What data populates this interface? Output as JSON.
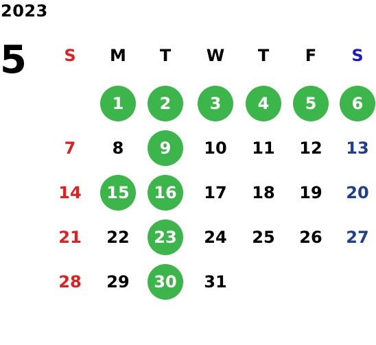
{
  "calendar": {
    "year": "2023",
    "month": "5",
    "weekdays": [
      "S",
      "M",
      "T",
      "W",
      "T",
      "F",
      "S"
    ],
    "colors": {
      "sunday": "#e02020",
      "saturday_header": "#1a1acc",
      "saturday": "#1f3e8e",
      "weekday": "#000000",
      "highlight_bg": "#3cb54a",
      "highlight_text": "#ffffff"
    },
    "weeks": [
      [
        {
          "d": ""
        },
        {
          "d": "1",
          "h": true
        },
        {
          "d": "2",
          "h": true
        },
        {
          "d": "3",
          "h": true
        },
        {
          "d": "4",
          "h": true
        },
        {
          "d": "5",
          "h": true
        },
        {
          "d": "6",
          "h": true
        }
      ],
      [
        {
          "d": "7"
        },
        {
          "d": "8"
        },
        {
          "d": "9",
          "h": true
        },
        {
          "d": "10"
        },
        {
          "d": "11"
        },
        {
          "d": "12"
        },
        {
          "d": "13"
        }
      ],
      [
        {
          "d": "14"
        },
        {
          "d": "15",
          "h": true
        },
        {
          "d": "16",
          "h": true
        },
        {
          "d": "17"
        },
        {
          "d": "18"
        },
        {
          "d": "19"
        },
        {
          "d": "20"
        }
      ],
      [
        {
          "d": "21"
        },
        {
          "d": "22"
        },
        {
          "d": "23",
          "h": true
        },
        {
          "d": "24"
        },
        {
          "d": "25"
        },
        {
          "d": "26"
        },
        {
          "d": "27"
        }
      ],
      [
        {
          "d": "28"
        },
        {
          "d": "29"
        },
        {
          "d": "30",
          "h": true
        },
        {
          "d": "31"
        },
        {
          "d": ""
        },
        {
          "d": ""
        },
        {
          "d": ""
        }
      ]
    ]
  }
}
